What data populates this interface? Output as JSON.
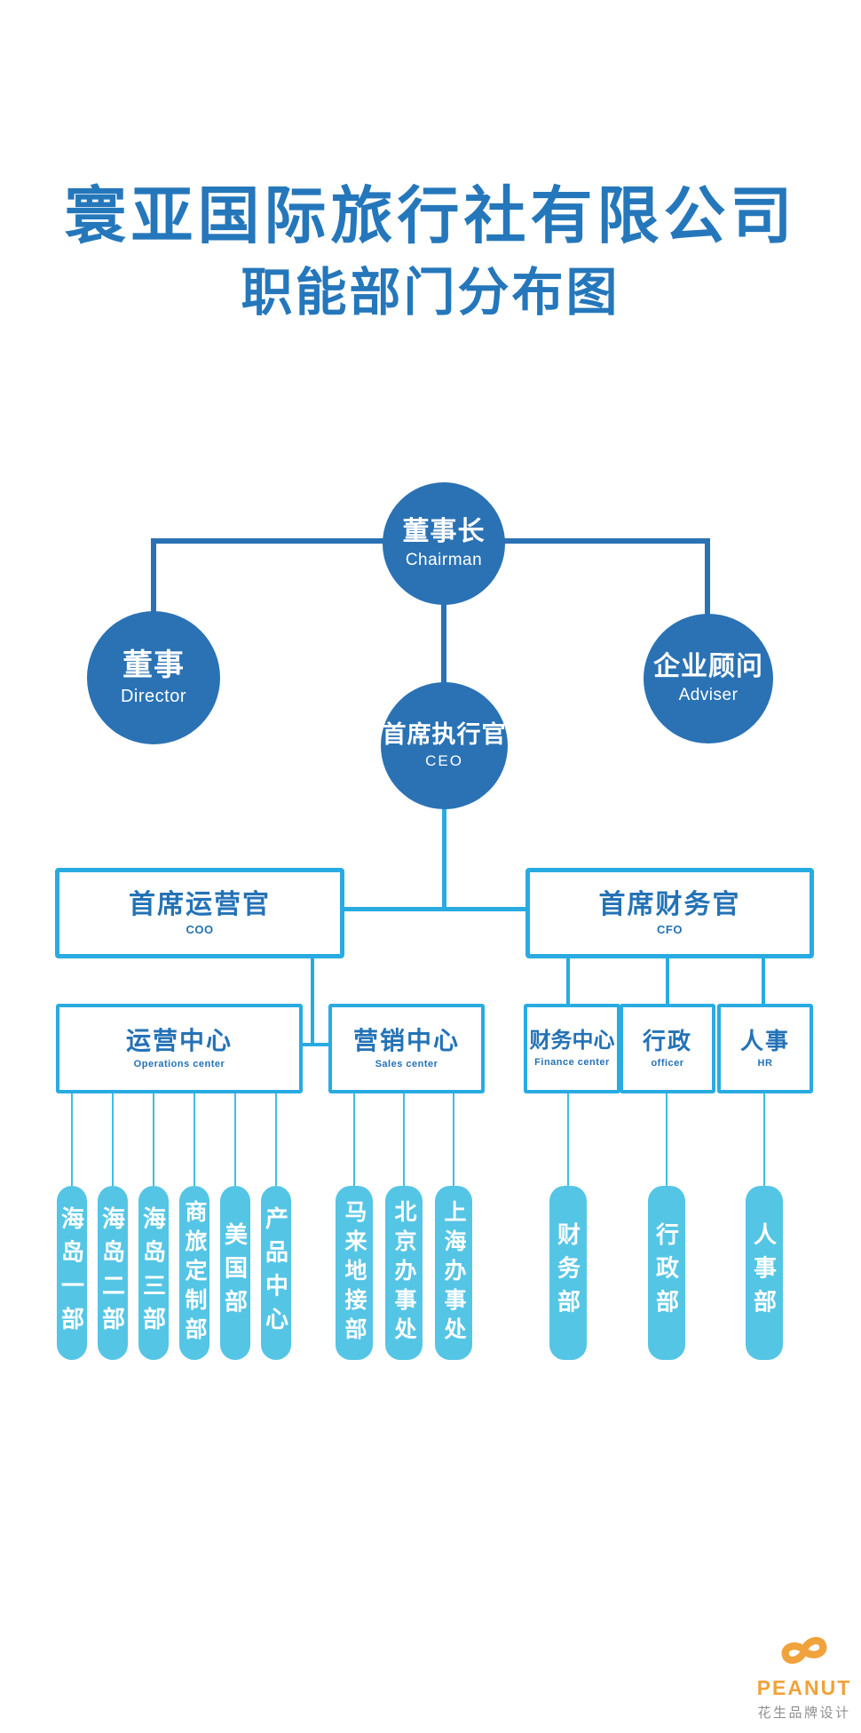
{
  "title": {
    "line1": "寰亚国际旅行社有限公司",
    "line2": "职能部门分布图"
  },
  "org": {
    "chairman": {
      "zh": "董事长",
      "en": "Chairman"
    },
    "director": {
      "zh": "董事",
      "en": "Director"
    },
    "adviser": {
      "zh": "企业顾问",
      "en": "Adviser"
    },
    "ceo": {
      "zh": "首席执行官",
      "en": "CEO"
    },
    "coo": {
      "zh": "首席运营官",
      "en": "COO"
    },
    "cfo": {
      "zh": "首席财务官",
      "en": "CFO"
    },
    "operations": {
      "zh": "运营中心",
      "en": "Operations center"
    },
    "sales": {
      "zh": "营销中心",
      "en": "Sales center"
    },
    "finance": {
      "zh": "财务中心",
      "en": "Finance center"
    },
    "admin": {
      "zh": "行政",
      "en": "officer"
    },
    "hr": {
      "zh": "人事",
      "en": "HR"
    }
  },
  "departments": {
    "operations": [
      "海岛一部",
      "海岛二部",
      "海岛三部",
      "商旅定制部",
      "美国部",
      "产品中心"
    ],
    "sales": [
      "马来地接部",
      "北京办事处",
      "上海办事处"
    ],
    "finance": [
      "财务部"
    ],
    "admin": [
      "行政部"
    ],
    "hr": [
      "人事部"
    ]
  },
  "footer_logo": {
    "brand": "PEANUT",
    "tagline": "花生品牌设计"
  },
  "colors": {
    "title_blue": "#2577bb",
    "node_blue": "#2a72b4",
    "line_cyan": "#29abe2",
    "pill_cyan": "#55c5e5",
    "logo_orange": "#f0a23c",
    "logo_gray": "#8f8f8f"
  }
}
